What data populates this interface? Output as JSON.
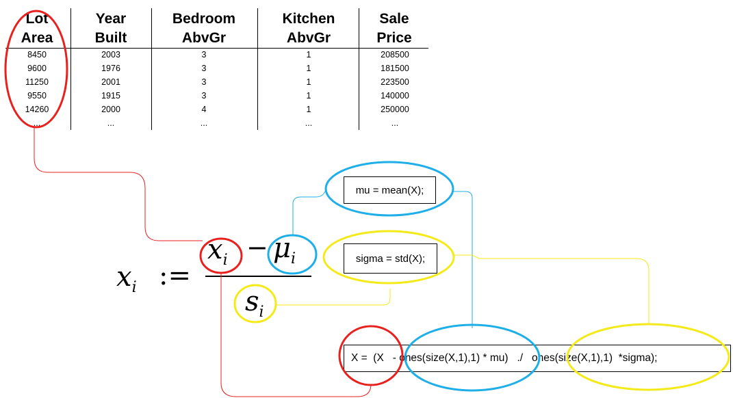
{
  "table": {
    "headers": [
      {
        "line1": "Lot",
        "line2": "Area"
      },
      {
        "line1": "Year",
        "line2": "Built"
      },
      {
        "line1": "Bedroom",
        "line2": "AbvGr"
      },
      {
        "line1": "Kitchen",
        "line2": "AbvGr"
      },
      {
        "line1": "Sale",
        "line2": "Price"
      }
    ],
    "columns": [
      [
        "8450",
        "9600",
        "11250",
        "9550",
        "14260",
        "..."
      ],
      [
        "2003",
        "1976",
        "2001",
        "1915",
        "2000",
        "..."
      ],
      [
        "3",
        "3",
        "3",
        "3",
        "4",
        "..."
      ],
      [
        "1",
        "1",
        "1",
        "1",
        "1",
        "..."
      ],
      [
        "208500",
        "181500",
        "223500",
        "140000",
        "250000",
        "..."
      ]
    ]
  },
  "formula": {
    "lhs_var": "x",
    "lhs_sub": "i",
    "assign": ":=",
    "num_var": "x",
    "num_sub": "i",
    "minus": "−",
    "mu_var": "μ",
    "mu_sub": "i",
    "den_var": "s",
    "den_sub": "i"
  },
  "code": {
    "mu_line": "mu = mean(X);",
    "sigma_line": "sigma = std(X);",
    "main_line": "X =  (X   - ones(size(X,1),1) * mu)   ./   ones(size(X,1),1)  *sigma);"
  },
  "colors": {
    "red": "#e8201e",
    "blue": "#1eaee8",
    "yellow": "#f4ea1a"
  }
}
